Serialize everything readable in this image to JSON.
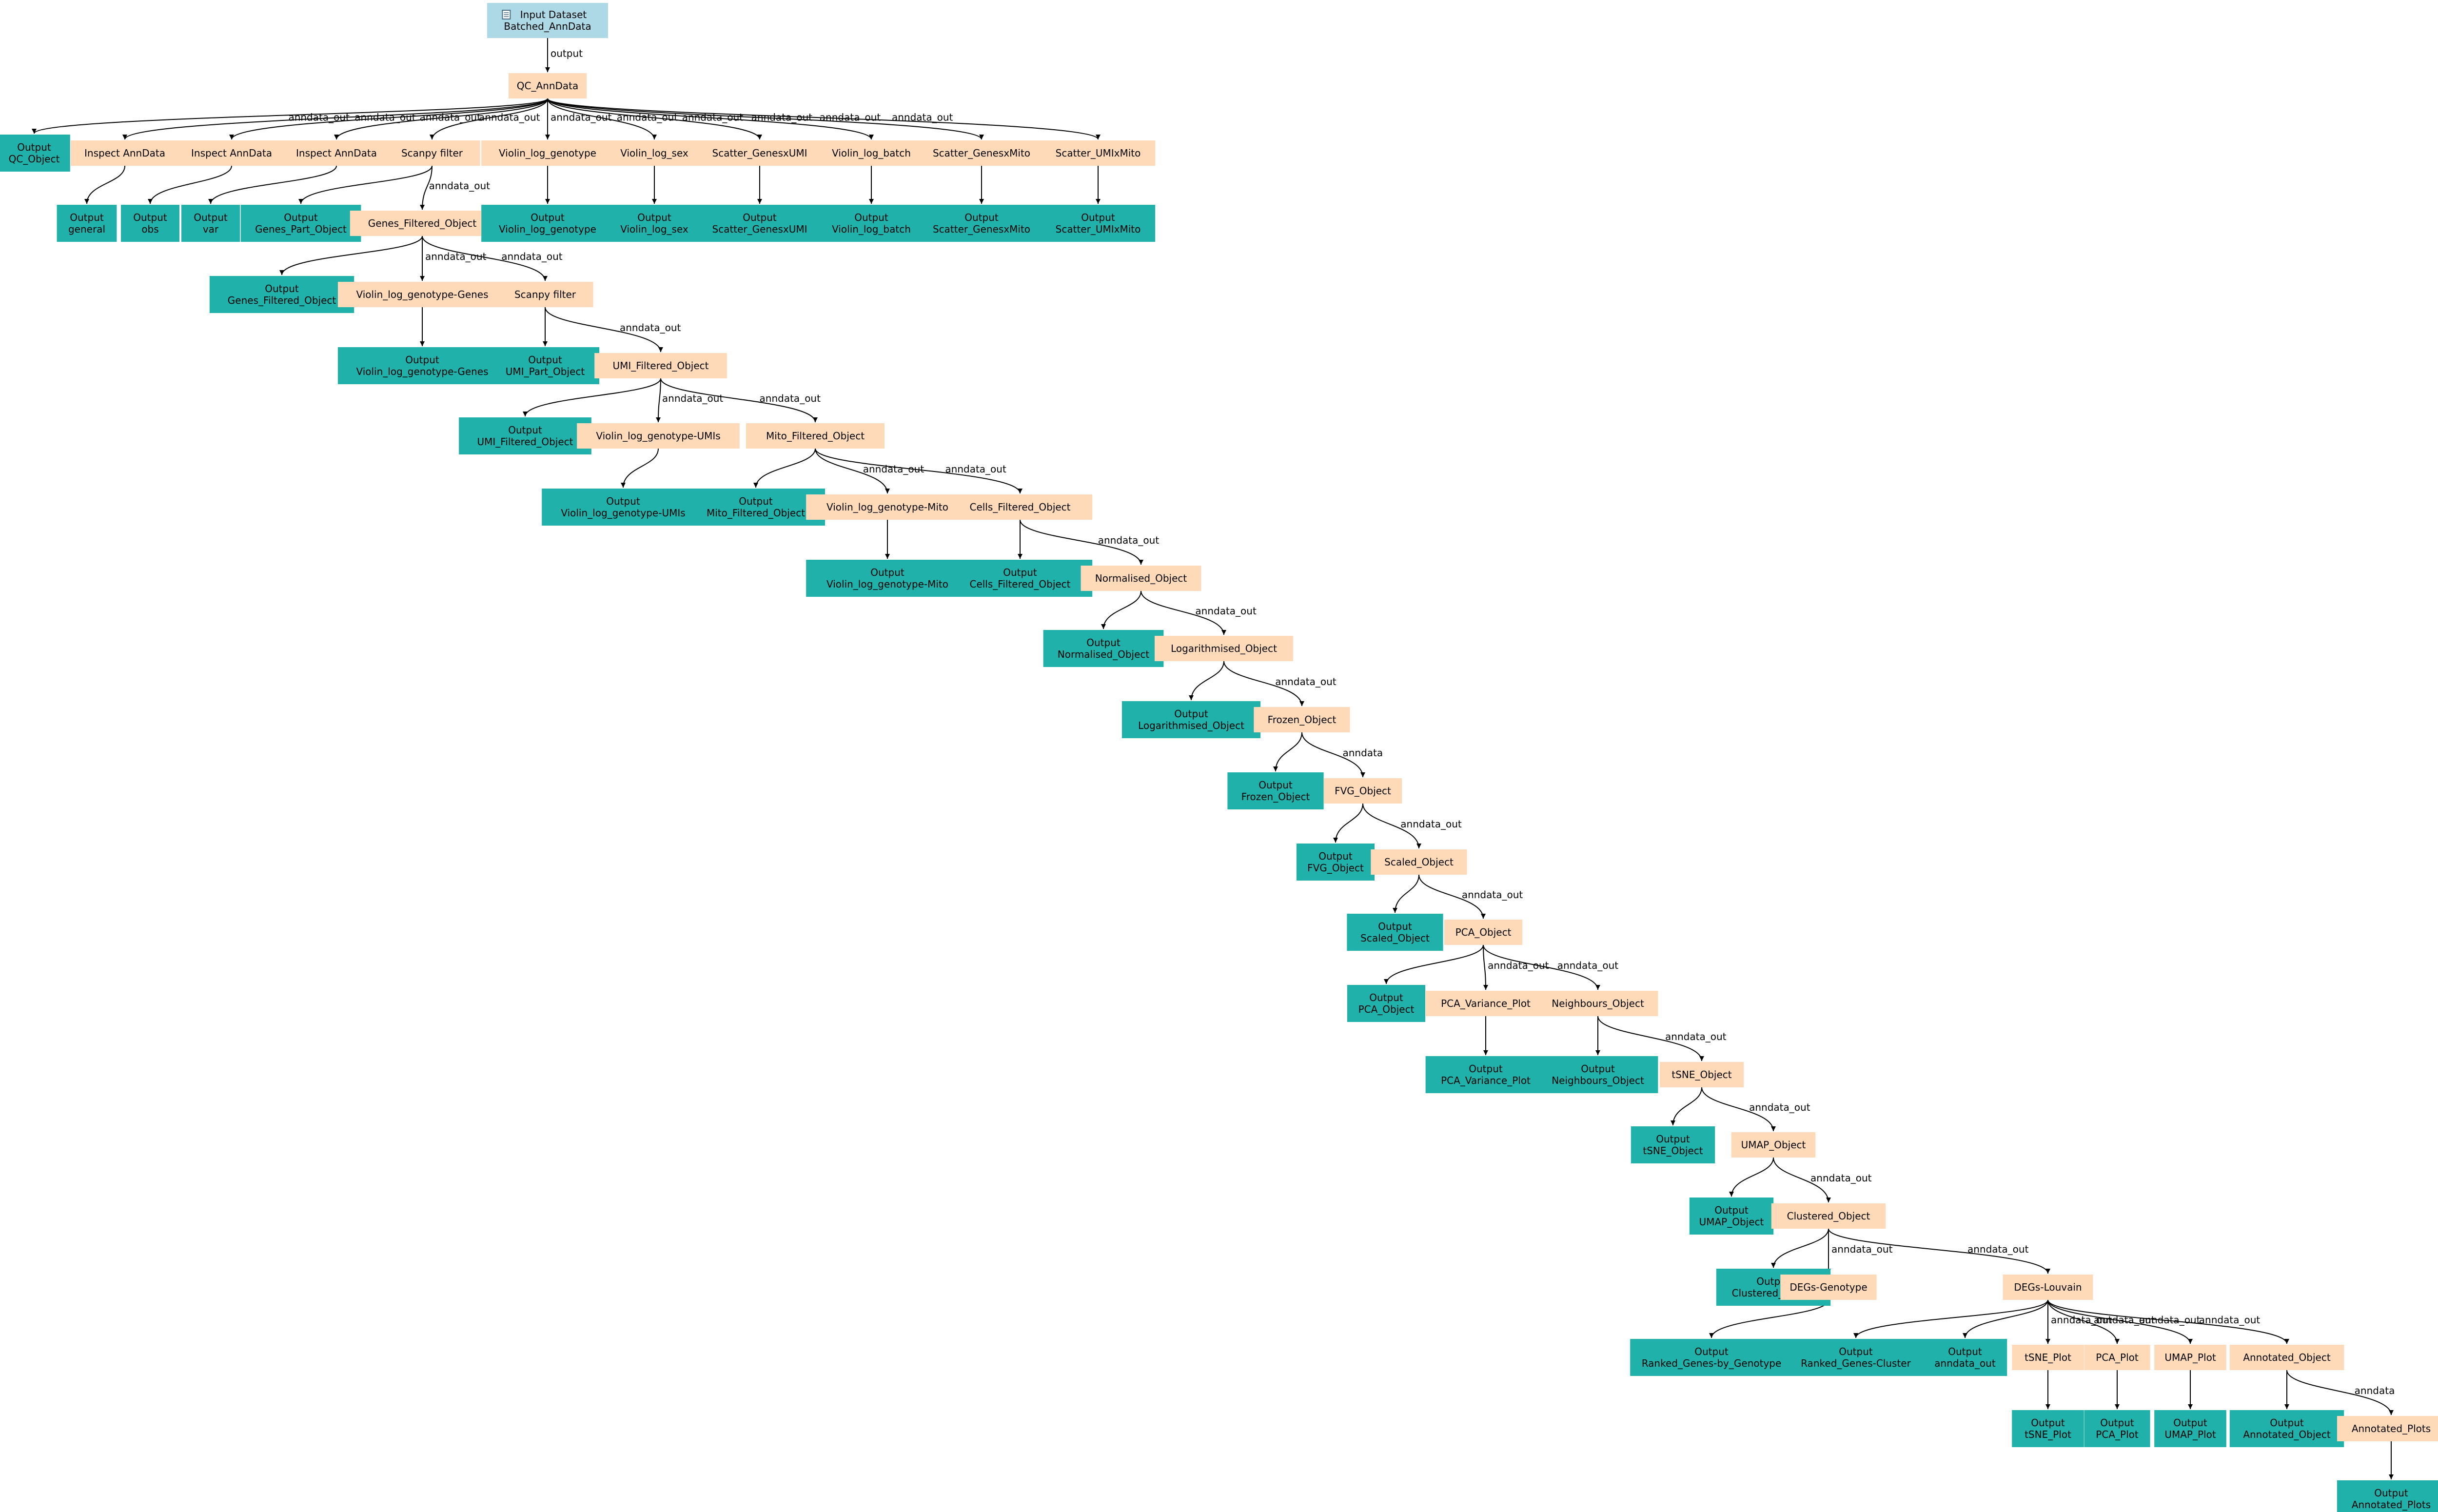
{
  "colors": {
    "input": "#add8e6",
    "step": "#ffdab9",
    "output": "#20b2aa",
    "edge": "#000000"
  },
  "nodes": [
    {
      "id": "input",
      "kind": "input",
      "icon": "dataset-icon",
      "lines": [
        "Input Dataset",
        "Batched_AnnData"
      ]
    },
    {
      "id": "qc",
      "kind": "step",
      "lines": [
        "QC_AnnData"
      ]
    },
    {
      "id": "o_qc",
      "kind": "output",
      "lines": [
        "Output",
        "QC_Object"
      ]
    },
    {
      "id": "ia1",
      "kind": "step",
      "lines": [
        "Inspect AnnData"
      ]
    },
    {
      "id": "ia2",
      "kind": "step",
      "lines": [
        "Inspect AnnData"
      ]
    },
    {
      "id": "ia3",
      "kind": "step",
      "lines": [
        "Inspect AnnData"
      ]
    },
    {
      "id": "sf1",
      "kind": "step",
      "lines": [
        "Scanpy filter"
      ]
    },
    {
      "id": "vlg",
      "kind": "step",
      "lines": [
        "Violin_log_genotype"
      ]
    },
    {
      "id": "vls",
      "kind": "step",
      "lines": [
        "Violin_log_sex"
      ]
    },
    {
      "id": "sgu",
      "kind": "step",
      "lines": [
        "Scatter_GenesxUMI"
      ]
    },
    {
      "id": "vlb",
      "kind": "step",
      "lines": [
        "Violin_log_batch"
      ]
    },
    {
      "id": "sgm",
      "kind": "step",
      "lines": [
        "Scatter_GenesxMito"
      ]
    },
    {
      "id": "sum",
      "kind": "step",
      "lines": [
        "Scatter_UMIxMito"
      ]
    },
    {
      "id": "o_general",
      "kind": "output",
      "lines": [
        "Output",
        "general"
      ]
    },
    {
      "id": "o_obs",
      "kind": "output",
      "lines": [
        "Output",
        "obs"
      ]
    },
    {
      "id": "o_var",
      "kind": "output",
      "lines": [
        "Output",
        "var"
      ]
    },
    {
      "id": "o_gpo",
      "kind": "output",
      "lines": [
        "Output",
        "Genes_Part_Object"
      ]
    },
    {
      "id": "gfo",
      "kind": "step",
      "lines": [
        "Genes_Filtered_Object"
      ]
    },
    {
      "id": "o_vlg",
      "kind": "output",
      "lines": [
        "Output",
        "Violin_log_genotype"
      ]
    },
    {
      "id": "o_vls",
      "kind": "output",
      "lines": [
        "Output",
        "Violin_log_sex"
      ]
    },
    {
      "id": "o_sgu",
      "kind": "output",
      "lines": [
        "Output",
        "Scatter_GenesxUMI"
      ]
    },
    {
      "id": "o_vlb",
      "kind": "output",
      "lines": [
        "Output",
        "Violin_log_batch"
      ]
    },
    {
      "id": "o_sgm",
      "kind": "output",
      "lines": [
        "Output",
        "Scatter_GenesxMito"
      ]
    },
    {
      "id": "o_sum",
      "kind": "output",
      "lines": [
        "Output",
        "Scatter_UMIxMito"
      ]
    },
    {
      "id": "o_gfo",
      "kind": "output",
      "lines": [
        "Output",
        "Genes_Filtered_Object"
      ]
    },
    {
      "id": "vlgg",
      "kind": "step",
      "lines": [
        "Violin_log_genotype-Genes"
      ]
    },
    {
      "id": "sf2",
      "kind": "step",
      "lines": [
        "Scanpy filter"
      ]
    },
    {
      "id": "o_vlgg",
      "kind": "output",
      "lines": [
        "Output",
        "Violin_log_genotype-Genes"
      ]
    },
    {
      "id": "o_upo",
      "kind": "output",
      "lines": [
        "Output",
        "UMI_Part_Object"
      ]
    },
    {
      "id": "ufo",
      "kind": "step",
      "lines": [
        "UMI_Filtered_Object"
      ]
    },
    {
      "id": "o_ufo",
      "kind": "output",
      "lines": [
        "Output",
        "UMI_Filtered_Object"
      ]
    },
    {
      "id": "vlgu",
      "kind": "step",
      "lines": [
        "Violin_log_genotype-UMIs"
      ]
    },
    {
      "id": "mfo",
      "kind": "step",
      "lines": [
        "Mito_Filtered_Object"
      ]
    },
    {
      "id": "o_vlgu",
      "kind": "output",
      "lines": [
        "Output",
        "Violin_log_genotype-UMIs"
      ]
    },
    {
      "id": "o_mfo",
      "kind": "output",
      "lines": [
        "Output",
        "Mito_Filtered_Object"
      ]
    },
    {
      "id": "vlgm",
      "kind": "step",
      "lines": [
        "Violin_log_genotype-Mito"
      ]
    },
    {
      "id": "cfo",
      "kind": "step",
      "lines": [
        "Cells_Filtered_Object"
      ]
    },
    {
      "id": "o_vlgm",
      "kind": "output",
      "lines": [
        "Output",
        "Violin_log_genotype-Mito"
      ]
    },
    {
      "id": "o_cfo",
      "kind": "output",
      "lines": [
        "Output",
        "Cells_Filtered_Object"
      ]
    },
    {
      "id": "no",
      "kind": "step",
      "lines": [
        "Normalised_Object"
      ]
    },
    {
      "id": "o_no",
      "kind": "output",
      "lines": [
        "Output",
        "Normalised_Object"
      ]
    },
    {
      "id": "lo",
      "kind": "step",
      "lines": [
        "Logarithmised_Object"
      ]
    },
    {
      "id": "o_lo",
      "kind": "output",
      "lines": [
        "Output",
        "Logarithmised_Object"
      ]
    },
    {
      "id": "fo",
      "kind": "step",
      "lines": [
        "Frozen_Object"
      ]
    },
    {
      "id": "o_fo",
      "kind": "output",
      "lines": [
        "Output",
        "Frozen_Object"
      ]
    },
    {
      "id": "fvg",
      "kind": "step",
      "lines": [
        "FVG_Object"
      ]
    },
    {
      "id": "o_fvg",
      "kind": "output",
      "lines": [
        "Output",
        "FVG_Object"
      ]
    },
    {
      "id": "so",
      "kind": "step",
      "lines": [
        "Scaled_Object"
      ]
    },
    {
      "id": "o_so",
      "kind": "output",
      "lines": [
        "Output",
        "Scaled_Object"
      ]
    },
    {
      "id": "pca",
      "kind": "step",
      "lines": [
        "PCA_Object"
      ]
    },
    {
      "id": "o_pca",
      "kind": "output",
      "lines": [
        "Output",
        "PCA_Object"
      ]
    },
    {
      "id": "pvp",
      "kind": "step",
      "lines": [
        "PCA_Variance_Plot"
      ]
    },
    {
      "id": "nbo",
      "kind": "step",
      "lines": [
        "Neighbours_Object"
      ]
    },
    {
      "id": "o_pvp",
      "kind": "output",
      "lines": [
        "Output",
        "PCA_Variance_Plot"
      ]
    },
    {
      "id": "o_nbo",
      "kind": "output",
      "lines": [
        "Output",
        "Neighbours_Object"
      ]
    },
    {
      "id": "tsne",
      "kind": "step",
      "lines": [
        "tSNE_Object"
      ]
    },
    {
      "id": "o_tsne",
      "kind": "output",
      "lines": [
        "Output",
        "tSNE_Object"
      ]
    },
    {
      "id": "umap",
      "kind": "step",
      "lines": [
        "UMAP_Object"
      ]
    },
    {
      "id": "o_umap",
      "kind": "output",
      "lines": [
        "Output",
        "UMAP_Object"
      ]
    },
    {
      "id": "clo",
      "kind": "step",
      "lines": [
        "Clustered_Object"
      ]
    },
    {
      "id": "o_clo",
      "kind": "output",
      "lines": [
        "Output",
        "Clustered_Object"
      ]
    },
    {
      "id": "degg",
      "kind": "step",
      "lines": [
        "DEGs-Genotype"
      ]
    },
    {
      "id": "degl",
      "kind": "step",
      "lines": [
        "DEGs-Louvain"
      ]
    },
    {
      "id": "o_rgg",
      "kind": "output",
      "lines": [
        "Output",
        "Ranked_Genes-by_Genotype"
      ]
    },
    {
      "id": "o_rgc",
      "kind": "output",
      "lines": [
        "Output",
        "Ranked_Genes-Cluster"
      ]
    },
    {
      "id": "o_ado",
      "kind": "output",
      "lines": [
        "Output",
        "anndata_out"
      ]
    },
    {
      "id": "tsp",
      "kind": "step",
      "lines": [
        "tSNE_Plot"
      ]
    },
    {
      "id": "pcp",
      "kind": "step",
      "lines": [
        "PCA_Plot"
      ]
    },
    {
      "id": "ump",
      "kind": "step",
      "lines": [
        "UMAP_Plot"
      ]
    },
    {
      "id": "ano",
      "kind": "step",
      "lines": [
        "Annotated_Object"
      ]
    },
    {
      "id": "o_tsp",
      "kind": "output",
      "lines": [
        "Output",
        "tSNE_Plot"
      ]
    },
    {
      "id": "o_pcp",
      "kind": "output",
      "lines": [
        "Output",
        "PCA_Plot"
      ]
    },
    {
      "id": "o_ump",
      "kind": "output",
      "lines": [
        "Output",
        "UMAP_Plot"
      ]
    },
    {
      "id": "o_ano",
      "kind": "output",
      "lines": [
        "Output",
        "Annotated_Object"
      ]
    },
    {
      "id": "anp",
      "kind": "step",
      "lines": [
        "Annotated_Plots"
      ]
    },
    {
      "id": "o_anp",
      "kind": "output",
      "lines": [
        "Output",
        "Annotated_Plots"
      ]
    }
  ],
  "edges": [
    {
      "from": "input",
      "to": "qc",
      "label": "output"
    },
    {
      "from": "qc",
      "to": "o_qc",
      "label": ""
    },
    {
      "from": "qc",
      "to": "ia1",
      "label": "anndata_out"
    },
    {
      "from": "qc",
      "to": "ia2",
      "label": "anndata_out"
    },
    {
      "from": "qc",
      "to": "ia3",
      "label": "anndata_out"
    },
    {
      "from": "qc",
      "to": "sf1",
      "label": "anndata_out"
    },
    {
      "from": "qc",
      "to": "vlg",
      "label": "anndata_out"
    },
    {
      "from": "qc",
      "to": "vls",
      "label": "anndata_out"
    },
    {
      "from": "qc",
      "to": "sgu",
      "label": "anndata_out"
    },
    {
      "from": "qc",
      "to": "vlb",
      "label": "anndata_out"
    },
    {
      "from": "qc",
      "to": "sgm",
      "label": "anndata_out"
    },
    {
      "from": "qc",
      "to": "sum",
      "label": "anndata_out"
    },
    {
      "from": "ia1",
      "to": "o_general",
      "label": ""
    },
    {
      "from": "ia2",
      "to": "o_obs",
      "label": ""
    },
    {
      "from": "ia3",
      "to": "o_var",
      "label": ""
    },
    {
      "from": "sf1",
      "to": "o_gpo",
      "label": ""
    },
    {
      "from": "sf1",
      "to": "gfo",
      "label": "anndata_out"
    },
    {
      "from": "vlg",
      "to": "o_vlg",
      "label": ""
    },
    {
      "from": "vls",
      "to": "o_vls",
      "label": ""
    },
    {
      "from": "sgu",
      "to": "o_sgu",
      "label": ""
    },
    {
      "from": "vlb",
      "to": "o_vlb",
      "label": ""
    },
    {
      "from": "sgm",
      "to": "o_sgm",
      "label": ""
    },
    {
      "from": "sum",
      "to": "o_sum",
      "label": ""
    },
    {
      "from": "gfo",
      "to": "o_gfo",
      "label": ""
    },
    {
      "from": "gfo",
      "to": "vlgg",
      "label": "anndata_out"
    },
    {
      "from": "gfo",
      "to": "sf2",
      "label": "anndata_out"
    },
    {
      "from": "vlgg",
      "to": "o_vlgg",
      "label": ""
    },
    {
      "from": "sf2",
      "to": "o_upo",
      "label": ""
    },
    {
      "from": "sf2",
      "to": "ufo",
      "label": "anndata_out"
    },
    {
      "from": "ufo",
      "to": "o_ufo",
      "label": ""
    },
    {
      "from": "ufo",
      "to": "vlgu",
      "label": "anndata_out"
    },
    {
      "from": "ufo",
      "to": "mfo",
      "label": "anndata_out"
    },
    {
      "from": "vlgu",
      "to": "o_vlgu",
      "label": ""
    },
    {
      "from": "mfo",
      "to": "o_mfo",
      "label": ""
    },
    {
      "from": "mfo",
      "to": "vlgm",
      "label": "anndata_out"
    },
    {
      "from": "mfo",
      "to": "cfo",
      "label": "anndata_out"
    },
    {
      "from": "vlgm",
      "to": "o_vlgm",
      "label": ""
    },
    {
      "from": "cfo",
      "to": "o_cfo",
      "label": ""
    },
    {
      "from": "cfo",
      "to": "no",
      "label": "anndata_out"
    },
    {
      "from": "no",
      "to": "o_no",
      "label": ""
    },
    {
      "from": "no",
      "to": "lo",
      "label": "anndata_out"
    },
    {
      "from": "lo",
      "to": "o_lo",
      "label": ""
    },
    {
      "from": "lo",
      "to": "fo",
      "label": "anndata_out"
    },
    {
      "from": "fo",
      "to": "o_fo",
      "label": ""
    },
    {
      "from": "fo",
      "to": "fvg",
      "label": "anndata"
    },
    {
      "from": "fvg",
      "to": "o_fvg",
      "label": ""
    },
    {
      "from": "fvg",
      "to": "so",
      "label": "anndata_out"
    },
    {
      "from": "so",
      "to": "o_so",
      "label": ""
    },
    {
      "from": "so",
      "to": "pca",
      "label": "anndata_out"
    },
    {
      "from": "pca",
      "to": "o_pca",
      "label": ""
    },
    {
      "from": "pca",
      "to": "pvp",
      "label": "anndata_out"
    },
    {
      "from": "pca",
      "to": "nbo",
      "label": "anndata_out"
    },
    {
      "from": "pvp",
      "to": "o_pvp",
      "label": ""
    },
    {
      "from": "nbo",
      "to": "o_nbo",
      "label": ""
    },
    {
      "from": "nbo",
      "to": "tsne",
      "label": "anndata_out"
    },
    {
      "from": "tsne",
      "to": "o_tsne",
      "label": ""
    },
    {
      "from": "tsne",
      "to": "umap",
      "label": "anndata_out"
    },
    {
      "from": "umap",
      "to": "o_umap",
      "label": ""
    },
    {
      "from": "umap",
      "to": "clo",
      "label": "anndata_out"
    },
    {
      "from": "clo",
      "to": "o_clo",
      "label": ""
    },
    {
      "from": "clo",
      "to": "degg",
      "label": "anndata_out"
    },
    {
      "from": "clo",
      "to": "degl",
      "label": "anndata_out"
    },
    {
      "from": "degg",
      "to": "o_rgg",
      "label": ""
    },
    {
      "from": "degl",
      "to": "o_rgc",
      "label": ""
    },
    {
      "from": "degl",
      "to": "o_ado",
      "label": ""
    },
    {
      "from": "degl",
      "to": "tsp",
      "label": "anndata_out"
    },
    {
      "from": "degl",
      "to": "pcp",
      "label": "anndata_out"
    },
    {
      "from": "degl",
      "to": "ump",
      "label": "anndata_out"
    },
    {
      "from": "degl",
      "to": "ano",
      "label": "anndata_out"
    },
    {
      "from": "tsp",
      "to": "o_tsp",
      "label": ""
    },
    {
      "from": "pcp",
      "to": "o_pcp",
      "label": ""
    },
    {
      "from": "ump",
      "to": "o_ump",
      "label": ""
    },
    {
      "from": "ano",
      "to": "o_ano",
      "label": ""
    },
    {
      "from": "ano",
      "to": "anp",
      "label": "anndata"
    },
    {
      "from": "anp",
      "to": "o_anp",
      "label": ""
    }
  ]
}
